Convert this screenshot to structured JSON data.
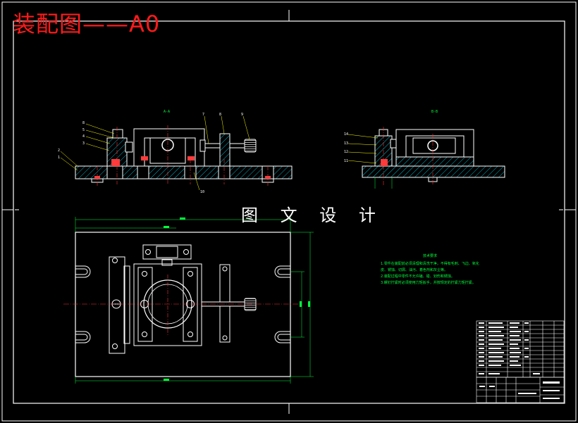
{
  "title": "装配图——A0",
  "caption": "图 文 设 计",
  "section_labels": {
    "front": "A-A",
    "side": "B-B"
  },
  "part_numbers": [
    "8",
    "5",
    "4",
    "3",
    "2",
    "1",
    "7",
    "8",
    "9",
    "10",
    "14",
    "13",
    "12",
    "11"
  ],
  "notes": {
    "title": "技术要求",
    "items": [
      "1.零件在装配前必须清理和清洗干净，不得有毛刺、飞边、氧化皮、锈蚀、切屑、油污、着色剂和灰尘等。",
      "2.装配过程中零件不允许磕、碰、划伤和锈蚀。",
      "3.螺钉拧紧时必须使用力矩扳手，并按规定的拧紧力矩拧紧。"
    ]
  },
  "colors": {
    "title": "#ff1a1a",
    "lines": "#ffffff",
    "dim": "#00ff3c",
    "hatch": "#00e5ff",
    "parts": "#ff3b3b",
    "center": "#ff3030",
    "leader": "#ffff00"
  }
}
